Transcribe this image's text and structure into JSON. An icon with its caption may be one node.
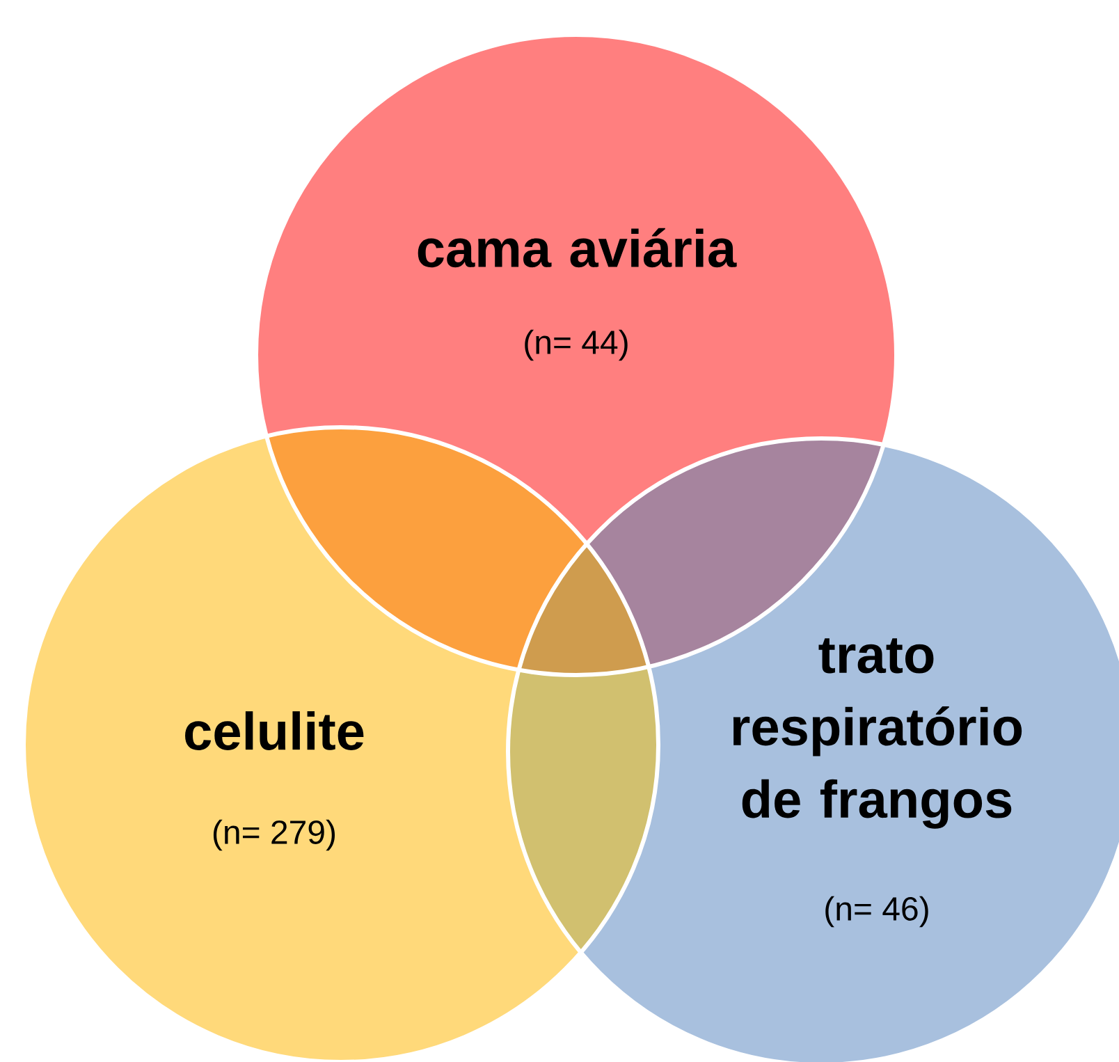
{
  "diagram": {
    "nodes": [
      {
        "text": [
          "cama aviária",
          "(n= 44)"
        ]
      },
      {
        "text": [
          "celulite",
          "(n= 279)"
        ]
      },
      {
        "text": [
          "trato respiratório de frangos",
          "(n= 46)"
        ]
      }
    ]
  }
}
